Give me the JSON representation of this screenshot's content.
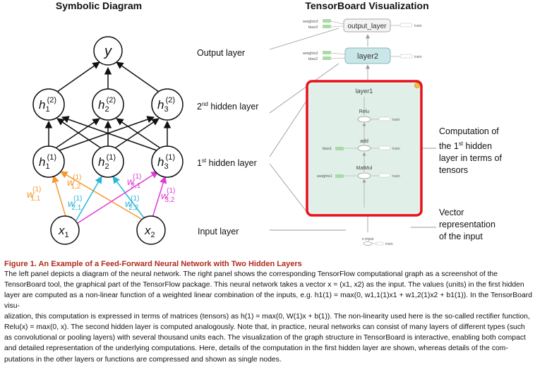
{
  "left_panel": {
    "title": "Symbolic Diagram",
    "nodes": {
      "y": "y",
      "h2_1": "h",
      "h2_1_sub": "1",
      "h2_1_sup": "(2)",
      "h2_2": "h",
      "h2_2_sub": "2",
      "h2_2_sup": "(2)",
      "h2_3": "h",
      "h2_3_sub": "3",
      "h2_3_sup": "(2)",
      "h1_1": "h",
      "h1_1_sub": "1",
      "h1_1_sup": "(1)",
      "h1_2": "h",
      "h1_2_sub": "2",
      "h1_2_sup": "(1)",
      "h1_3": "h",
      "h1_3_sub": "3",
      "h1_3_sup": "(1)",
      "x1": "x",
      "x1_sub": "1",
      "x2": "x",
      "x2_sub": "2"
    },
    "weights": {
      "w11": {
        "sup": "(1)",
        "sub": "1,1",
        "color": "#f39a2e"
      },
      "w12": {
        "sup": "(1)",
        "sub": "1,2",
        "color": "#f39a2e"
      },
      "w21": {
        "sup": "(1)",
        "sub": "2,1",
        "color": "#27b6d9"
      },
      "w22": {
        "sup": "(1)",
        "sub": "2,2",
        "color": "#27b6d9"
      },
      "w31": {
        "sup": "(1)",
        "sub": "3,1",
        "color": "#e03ad6"
      },
      "w32": {
        "sup": "(1)",
        "sub": "3,2",
        "color": "#e03ad6"
      }
    },
    "weight_letter": "w"
  },
  "layer_labels": {
    "output": "Output layer",
    "second": "2",
    "second_sup": "nd",
    "second_rest": " hidden layer",
    "first": "1",
    "first_sup": "st",
    "first_rest": " hidden layer",
    "input": "Input layer"
  },
  "right_panel": {
    "title": "TensorBoard Visualization",
    "output_layer": {
      "label": "output_layer",
      "inputs": [
        "weights3",
        "bias3"
      ],
      "out": "train"
    },
    "layer2": {
      "label": "layer2",
      "inputs": [
        "weights2",
        "bias2"
      ],
      "out": "train"
    },
    "layer1": {
      "label": "layer1",
      "relu": {
        "label": "Relu",
        "out": "train"
      },
      "add": {
        "label": "add",
        "input": "bias1",
        "out": "train"
      },
      "matmul": {
        "label": "MatMul",
        "input": "weights1",
        "out": "train"
      }
    },
    "x_input": {
      "label": "x-input",
      "out": "train"
    },
    "highlight_color": "#e8101a"
  },
  "annotations": {
    "computation": [
      "Computation of",
      "the 1",
      "st",
      " hidden",
      "layer in terms of",
      "tensors"
    ],
    "vector": [
      "Vector",
      "representation",
      "of the input"
    ]
  },
  "figure": {
    "title": "Figure 1.  An Example of a Feed-Forward Neural Network with Two Hidden Layers",
    "lines": [
      "The left panel depicts a diagram of the neural network. The right panel shows the corresponding TensorFlow computational graph as a screenshot of the",
      "TensorBoard tool, the graphical part of the TensorFlow package. This neural network takes a vector x = (x1, x2) as the input. The values (units) in the first hidden",
      "layer are computed as a non-linear function of a weighted linear combination of the inputs, e.g. h1(1) = max(0, w1,1(1)x1 + w1,2(1)x2 + b1(1)). In the TensorBoard visu-",
      "alization, this computation is expressed in terms of matrices (tensors) as h(1) = max(0, W(1)x + b(1)). The non-linearity used here is the so-called rectifier function,",
      "Relu(x) = max(0, x). The second hidden layer is computed analogously. Note that, in practice, neural networks can consist of many layers of different types (such",
      "as convolutional or pooling layers) with several thousand units each. The visualization of the graph structure in TensorBoard is interactive, enabling both compact",
      "and detailed representation of the underlying computations. Here, details of the computation in the first hidden layer are shown, whereas details of the com-",
      "putations in the other layers or functions are compressed and shown as single nodes."
    ]
  }
}
